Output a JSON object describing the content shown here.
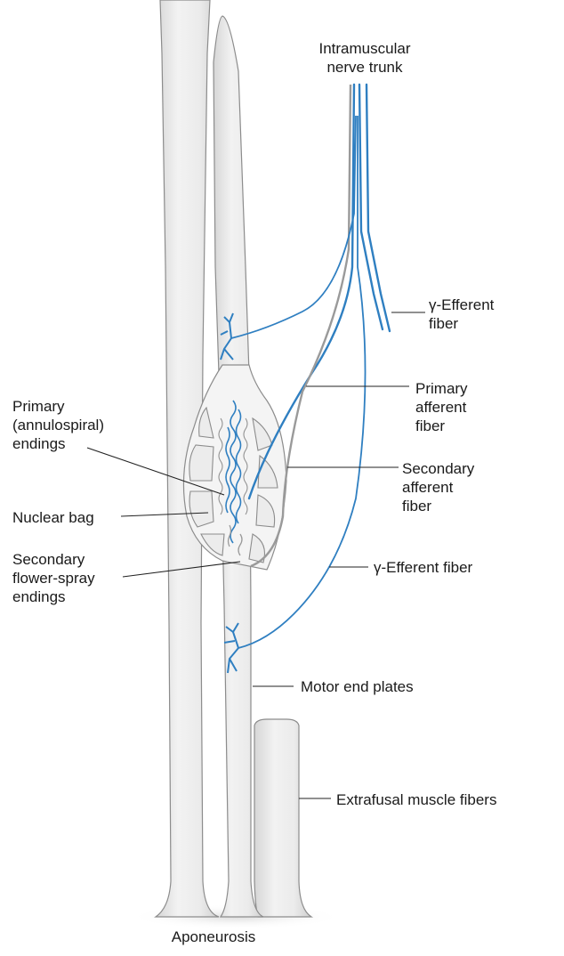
{
  "labels": {
    "nerve_trunk": "Intramuscular\nnerve trunk",
    "gamma_efferent_upper": "γ-Efferent\nfiber",
    "primary_afferent": "Primary\nafferent\nfiber",
    "secondary_afferent": "Secondary\nafferent\nfiber",
    "gamma_efferent_lower": "γ-Efferent fiber",
    "primary_endings": "Primary\n(annulospiral)\nendings",
    "nuclear_bag": "Nuclear bag",
    "secondary_endings": "Secondary\nflower-spray\nendings",
    "motor_end_plates": "Motor end plates",
    "extrafusal": "Extrafusal muscle fibers",
    "aponeurosis": "Aponeurosis"
  },
  "colors": {
    "nerve_blue": "#2f7fc1",
    "afferent_gray": "#9a9a9a",
    "fiber_fill": "#e9e9e9",
    "outline": "#8c8c8c",
    "leader": "#222222"
  }
}
